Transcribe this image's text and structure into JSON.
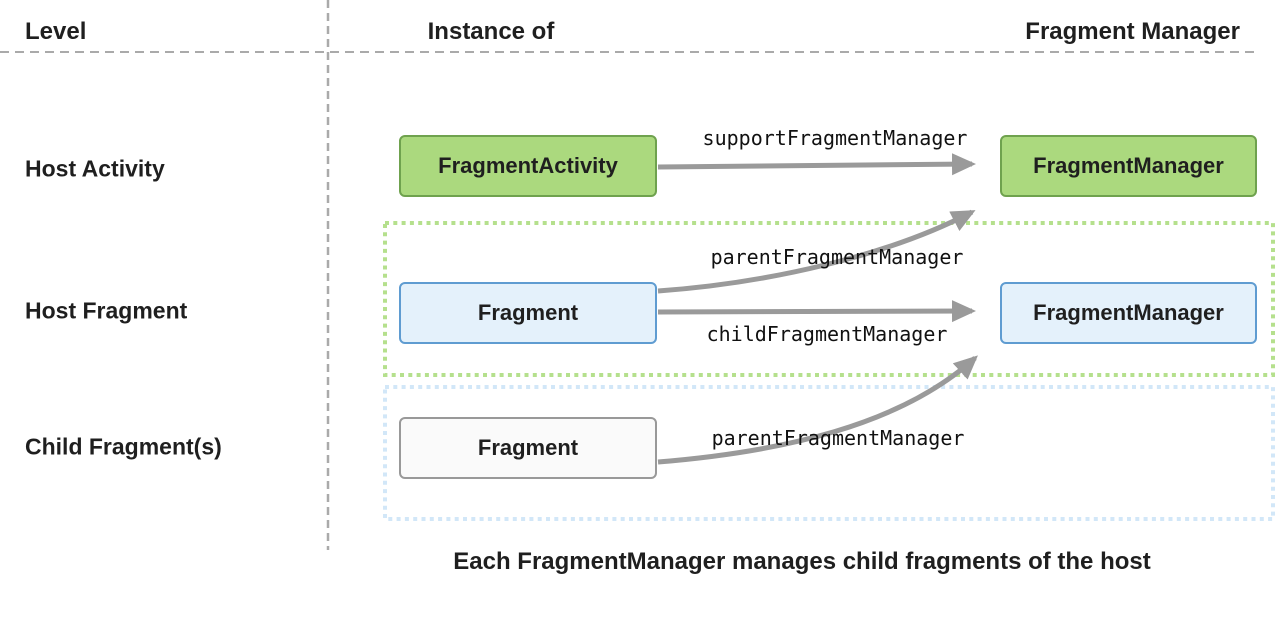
{
  "header": {
    "columns": [
      {
        "label": "Level"
      },
      {
        "label": "Instance of"
      },
      {
        "label": "Fragment Manager"
      }
    ]
  },
  "rows": {
    "host_activity": "Host Activity",
    "host_fragment": "Host Fragment",
    "child_fragment": "Child Fragment(s)"
  },
  "boxes": {
    "fragment_activity": "FragmentActivity",
    "activity_fragment_manager": "FragmentManager",
    "host_fragment": "Fragment",
    "fragment_fragment_manager": "FragmentManager",
    "child_fragment": "Fragment"
  },
  "arrows": {
    "support": "supportFragmentManager",
    "parent_from_host": "parentFragmentManager",
    "child": "childFragmentManager",
    "parent_from_child": "parentFragmentManager"
  },
  "caption": "Each FragmentManager manages child fragments of the host",
  "colors": {
    "box_green_fill": "#abd97e",
    "box_green_border": "#6fa24e",
    "box_blue_fill": "#e4f1fb",
    "box_blue_border": "#5f9cd1",
    "box_neutral_fill": "#fafafa",
    "box_neutral_border": "#999999",
    "arrow": "#9a9a9a",
    "group_green_dotted": "#b5e08d",
    "group_blue_dotted": "#d2e7f8",
    "separator_dash": "#aaaaaa",
    "text": "#1f1f1f"
  }
}
